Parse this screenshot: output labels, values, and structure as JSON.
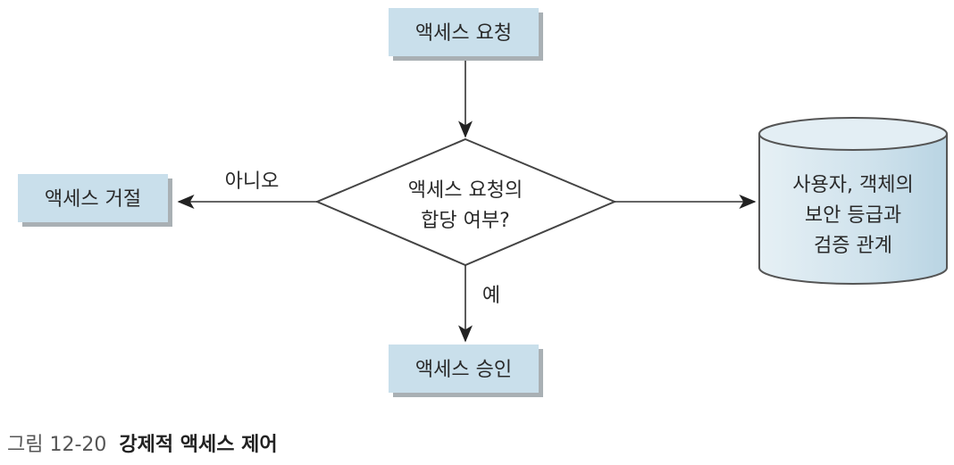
{
  "diagram": {
    "nodes": {
      "request": "액세스 요청",
      "decision_line1": "액세스 요청의",
      "decision_line2": "합당 여부?",
      "deny": "액세스 거절",
      "approve": "액세스 승인",
      "db_line1": "사용자, 객체의",
      "db_line2": "보안 등급과",
      "db_line3": "검증 관계"
    },
    "edges": {
      "no_label": "아니오",
      "yes_label": "예"
    },
    "colors": {
      "box_fill": "#c9dfeb",
      "shadow": "#9aa3a8",
      "line": "#333333"
    }
  },
  "caption": {
    "number": "그림 12-20",
    "title": "강제적 액세스 제어"
  }
}
